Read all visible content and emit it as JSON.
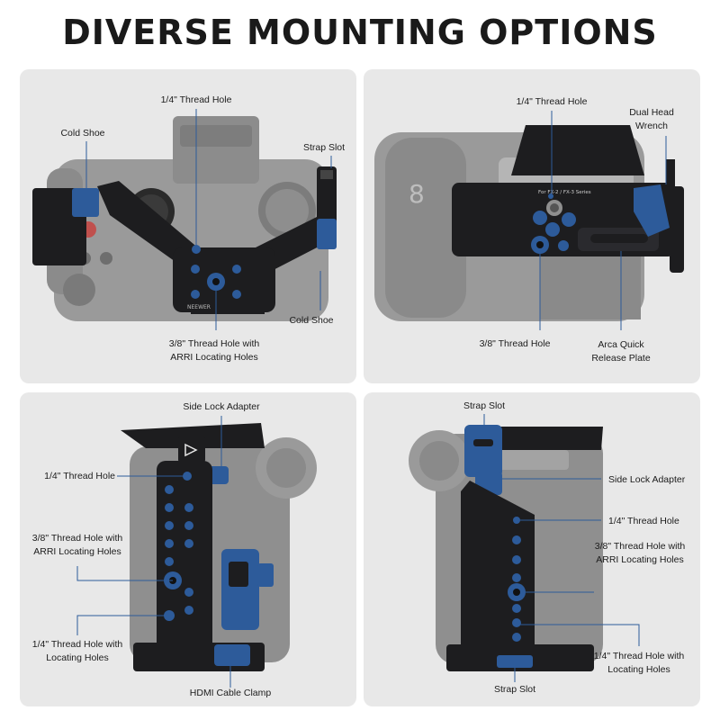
{
  "title": "DIVERSE MOUNTING OPTIONS",
  "colors": {
    "accent_blue": "#2d5b9a",
    "cage_black": "#1d1d1f",
    "camera_gray": "#8d8d8d",
    "panel_bg": "#e8e8e8",
    "leader_line": "#2d5b9a"
  },
  "panels": {
    "top_view": {
      "labels": {
        "thread_quarter": "1/4\" Thread Hole",
        "cold_shoe_left": "Cold Shoe",
        "strap_slot": "Strap Slot",
        "cold_shoe_right": "Cold Shoe",
        "thread_38_line1": "3/8\" Thread Hole with",
        "thread_38_line2": "ARRI Locating Holes"
      },
      "brand": "NEEWER"
    },
    "bottom_view": {
      "labels": {
        "thread_quarter": "1/4\" Thread Hole",
        "wrench_line1": "Dual Head",
        "wrench_line2": "Wrench",
        "thread_38": "3/8\" Thread Hole",
        "arca_line1": "Arca Quick",
        "arca_line2": "Release Plate"
      },
      "plate_text": "For FX-2 / FX-3 Series",
      "camera_badge": "8"
    },
    "left_side": {
      "labels": {
        "side_lock": "Side Lock Adapter",
        "thread_quarter": "1/4\" Thread Hole",
        "thread_38_line1": "3/8\" Thread Hole with",
        "thread_38_line2": "ARRI Locating Holes",
        "thread_locating_line1": "1/4\" Thread Hole with",
        "thread_locating_line2": "Locating Holes",
        "hdmi": "HDMI Cable Clamp"
      }
    },
    "right_side": {
      "labels": {
        "strap_top": "Strap Slot",
        "side_lock": "Side Lock Adapter",
        "thread_quarter": "1/4\" Thread Hole",
        "thread_38_line1": "3/8\" Thread Hole with",
        "thread_38_line2": "ARRI Locating Holes",
        "thread_locating_line1": "1/4\" Thread Hole with",
        "thread_locating_line2": "Locating Holes",
        "strap_bottom": "Strap Slot"
      }
    }
  }
}
